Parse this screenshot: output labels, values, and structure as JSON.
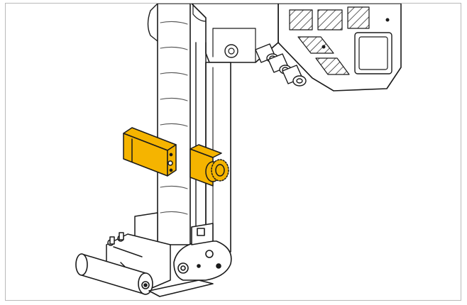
{
  "figure": {
    "highlight_color": "#f5b400",
    "line_color": "#1a1a1a",
    "parts": [
      "support-column",
      "label-web",
      "sensor-bracket",
      "adjustment-knob",
      "mounting-plate",
      "cable-connectors",
      "printer-housing",
      "dispensing-roller",
      "guide-roller",
      "side-plate"
    ]
  }
}
